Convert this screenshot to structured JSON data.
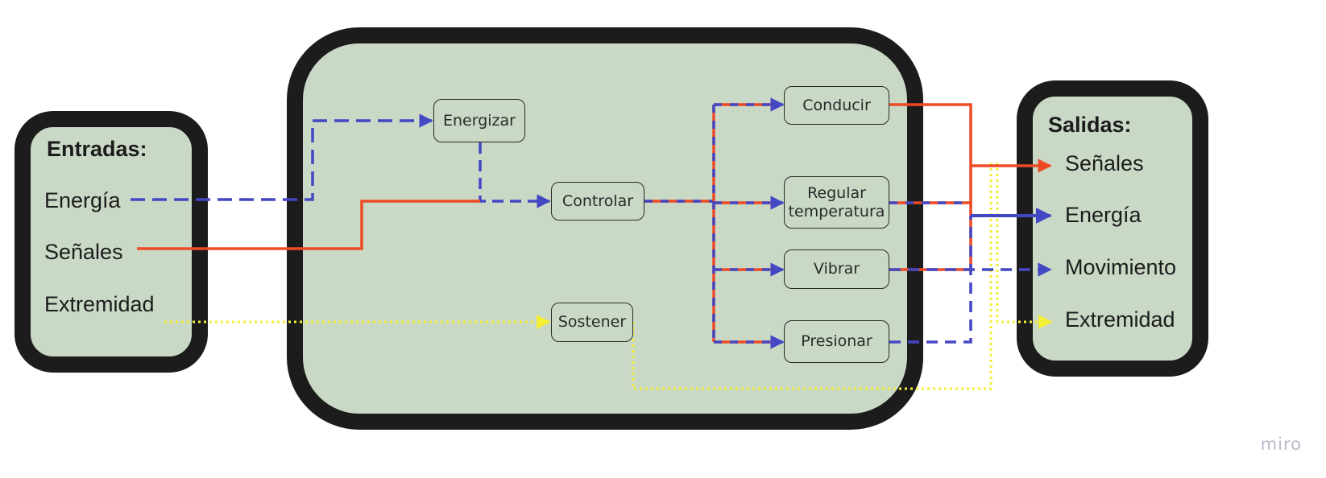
{
  "inputs": {
    "heading": "Entradas:",
    "items": [
      "Energía",
      "Señales",
      "Extremidad"
    ]
  },
  "outputs": {
    "heading": "Salidas:",
    "items": [
      "Señales",
      "Energía",
      "Movimiento",
      "Extremidad"
    ]
  },
  "nodes": {
    "energizar": "Energizar",
    "controlar": "Controlar",
    "sostener": "Sostener",
    "conducir": "Conducir",
    "regular_line1": "Regular",
    "regular_line2": "temperatura",
    "vibrar": "Vibrar",
    "presionar": "Presionar"
  },
  "flow_colors": {
    "energy": "#4447c4",
    "signal": "#ee4a26",
    "limb": "#f4ee35",
    "border": "#1c1c1c",
    "panel_fill": "#c9d9c6"
  },
  "watermark": "miro"
}
